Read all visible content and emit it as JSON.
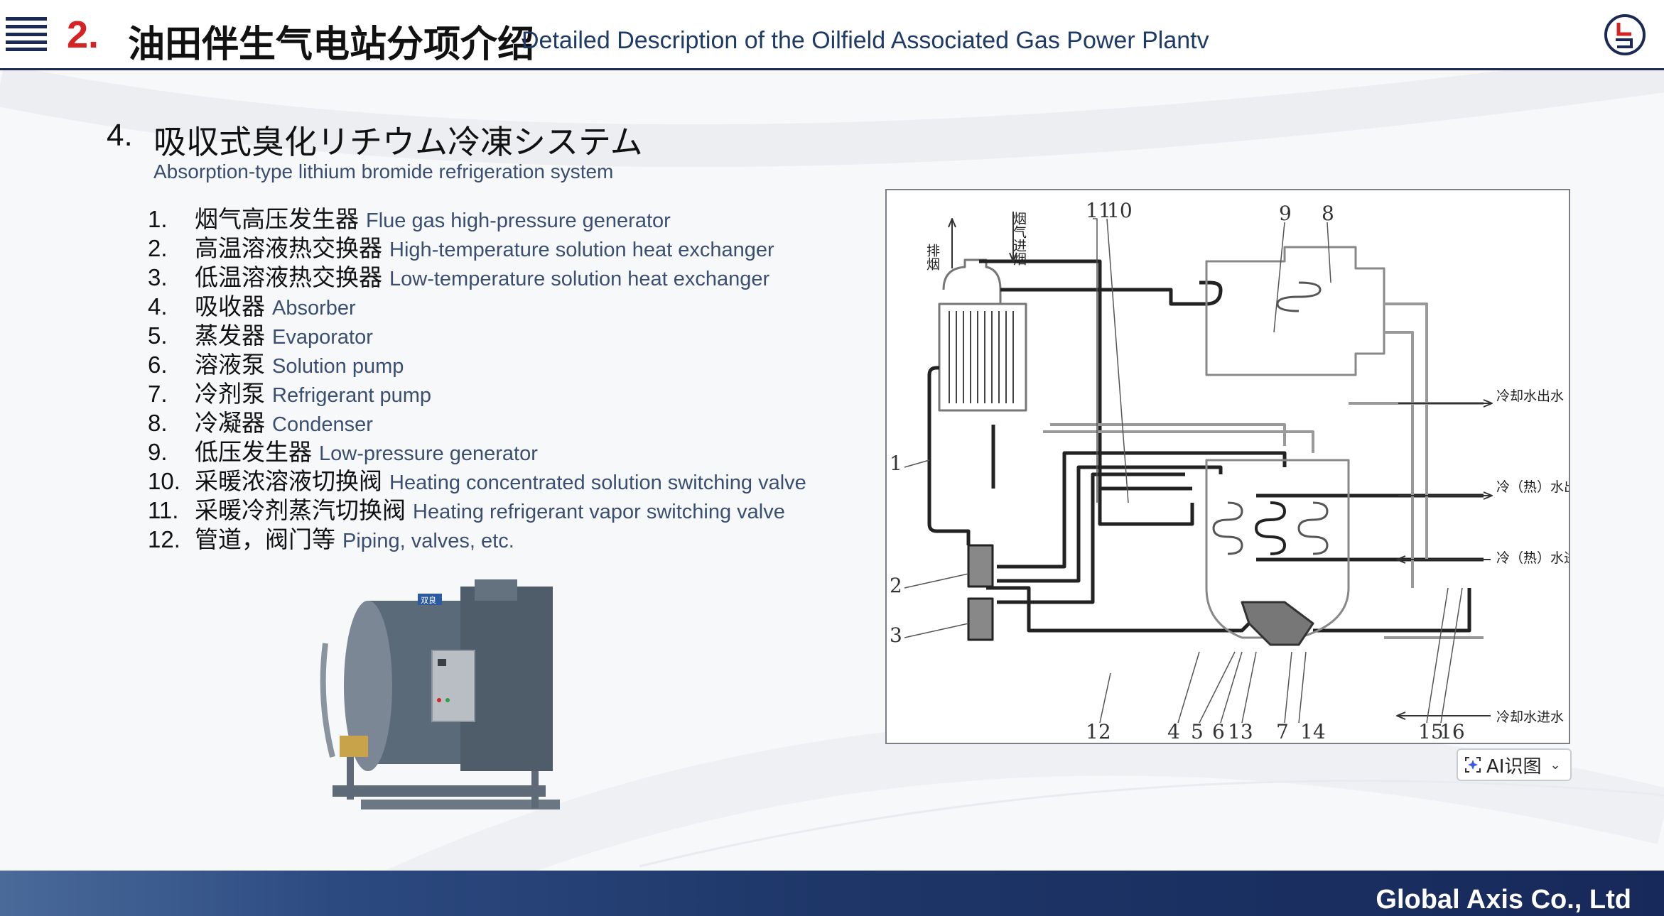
{
  "header": {
    "section_number": "2.",
    "title_cn": "油田伴生气电站分项介绍",
    "title_en": "Detailed Description of the Oilfield Associated Gas Power Plantv",
    "menu_icon": "hamburger-menu-icon",
    "logo_icon": "company-logo-icon"
  },
  "subsection": {
    "number": "4.",
    "title_cn": "吸収式臭化リチウム冷凍システム",
    "title_en": "Absorption-type lithium bromide refrigeration system"
  },
  "components": [
    {
      "num": "1.",
      "cn": "烟气高压发生器",
      "en": "Flue gas high-pressure generator"
    },
    {
      "num": "2.",
      "cn": "高温溶液热交换器",
      "en": "High-temperature solution heat exchanger"
    },
    {
      "num": "3.",
      "cn": "低温溶液热交换器",
      "en": "Low-temperature solution heat exchanger"
    },
    {
      "num": "4.",
      "cn": "吸收器",
      "en": "Absorber"
    },
    {
      "num": "5.",
      "cn": "蒸发器",
      "en": "Evaporator"
    },
    {
      "num": "6.",
      "cn": "溶液泵",
      "en": "Solution pump"
    },
    {
      "num": "7.",
      "cn": "冷剂泵",
      "en": "Refrigerant pump"
    },
    {
      "num": "8.",
      "cn": "冷凝器",
      "en": "Condenser"
    },
    {
      "num": "9.",
      "cn": "低压发生器",
      "en": "Low-pressure generator"
    },
    {
      "num": "10.",
      "cn": "采暖浓溶液切换阀",
      "en": "Heating concentrated solution switching valve"
    },
    {
      "num": "11.",
      "cn": "采暖冷剂蒸汽切换阀",
      "en": "Heating refrigerant vapor switching valve"
    },
    {
      "num": "12.",
      "cn": "管道，阀门等",
      "en": "Piping, valves, etc."
    }
  ],
  "diagram": {
    "labels_top": [
      "11",
      "10",
      "9",
      "8"
    ],
    "labels_left": [
      "1",
      "2",
      "3"
    ],
    "labels_bottom": [
      "12",
      "4",
      "5",
      "6",
      "13",
      "7",
      "14",
      "15",
      "16"
    ],
    "exhaust_label": "排烟",
    "flue_in_label": "烟气进烟",
    "outlets": [
      "冷却水出水",
      "冷（热）水出水",
      "冷（热）水进水",
      "冷却水进水"
    ]
  },
  "ai_button": {
    "label": "AI识图",
    "icon": "ai-sparkle-icon"
  },
  "machine_image": {
    "name": "lithium-bromide-chiller-image",
    "brand_badge": "双良"
  },
  "footer": {
    "company": "Global Axis Co., Ltd"
  },
  "colors": {
    "accent_red": "#d42323",
    "navy": "#1b2a55",
    "text_blue": "#3a4e72"
  }
}
